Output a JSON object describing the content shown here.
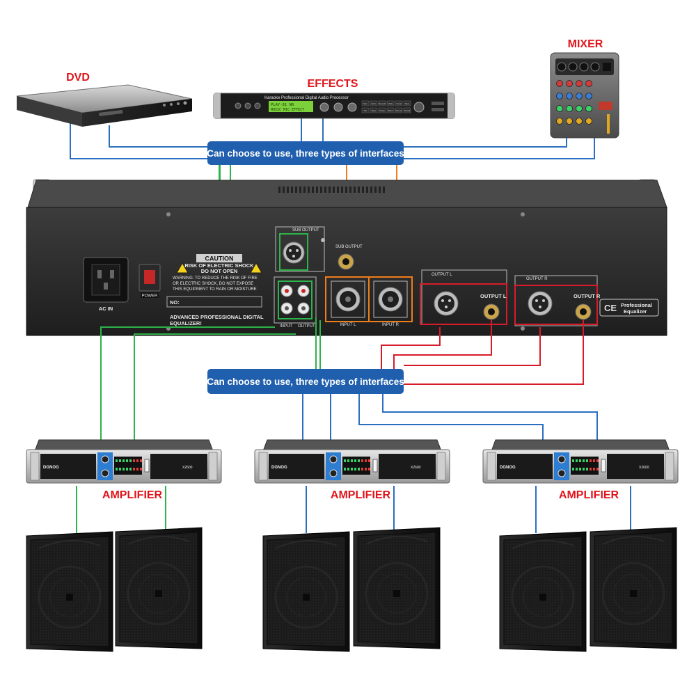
{
  "labels": {
    "dvd": "DVD",
    "effects": "EFFECTS",
    "mixer": "MIXER",
    "amplifier": "AMPLIFIER"
  },
  "interface_banner_top": "Can choose to use, three types of interfaces",
  "interface_banner_bottom": "Can choose to use, three types of interfaces",
  "equalizer_panel": {
    "sub_output_box": "SUB OUTPUT",
    "sub_output_jack": "SUB OUTPUT",
    "caution_title": "CAUTION",
    "caution_line1": "RISK OF ELECTRIC SHOCK",
    "caution_line2": "DO NOT OPEN",
    "warning_line1": "WARNING: TO REDUCE THE RISK OF FIRE",
    "warning_line2": "OR ELECTRIC SHOCK, DO NOT EXPOSE",
    "warning_line3": "THIS EQUIPMENT TO RAIN OR MOISTURE",
    "serial_label": "NO:",
    "model_line1": "ADVANCED PROFESSIONAL DIGITAL",
    "model_line2": "EQUALIZER!",
    "ac_in": "AC IN",
    "power": "POWER",
    "rca_input": "INPUT",
    "rca_output": "OUTPUT",
    "input_l": "INPUT L",
    "input_r": "INPUT R",
    "output_l_box": "OUTPUT L",
    "output_r_box": "OUTPUT R",
    "output_l_jack": "OUTPUT L",
    "output_r_jack": "OUTPUT R",
    "ce_mark": "CE",
    "badge_line1": "Professional",
    "badge_line2": "Equalizer"
  },
  "effects_unit": {
    "header": "Karaoke Professional Digital Audio Processor",
    "lcd_line1": "PLAY-01 NR",
    "lcd_line2": "MUSIC  MIC  EFFECT",
    "buttons": [
      "Mus",
      "Echo",
      "Reverb",
      "Mode",
      "Vocal",
      "Save",
      "Mic",
      "Bass",
      "Delay",
      "Effect",
      "Volume",
      "Recall"
    ]
  },
  "amplifier_unit": {
    "brand": "DGNOG",
    "model": "X2600"
  },
  "colors": {
    "label_red": "#e0141b",
    "pill_blue": "#1f5fae",
    "line_blue": "#2b6fc0",
    "line_green": "#2db34a",
    "line_orange": "#ef7d1a",
    "line_red": "#d81b2a"
  }
}
